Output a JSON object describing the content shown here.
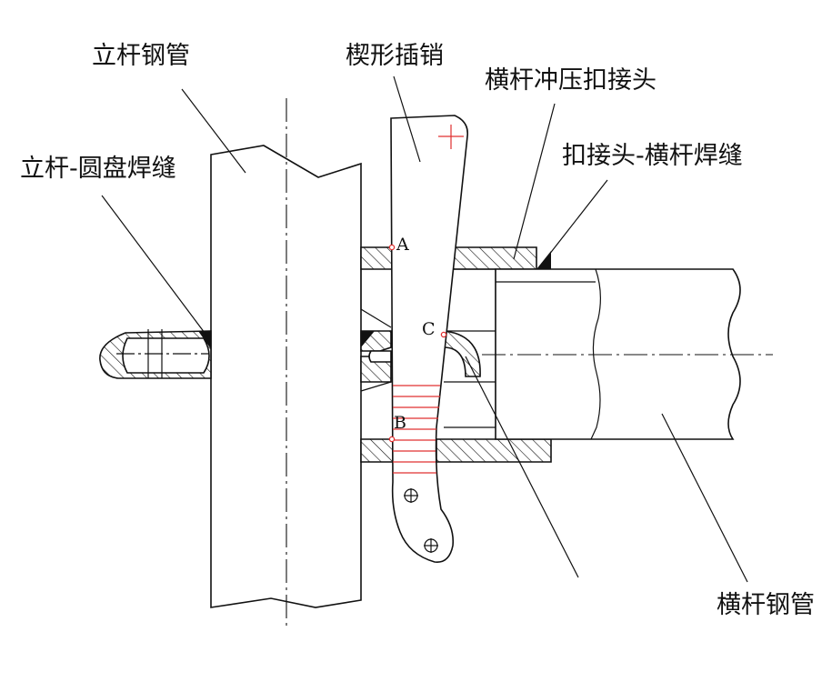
{
  "labels": {
    "upright_tube": "立杆钢管",
    "upright_disc_weld": "立杆-圆盘焊缝",
    "wedge_pin": "楔形插销",
    "ledger_stamped_head": "横杆冲压扣接头",
    "head_ledger_weld": "扣接头-横杆焊缝",
    "ledger_tube": "横杆钢管"
  },
  "points": {
    "a": "A",
    "b": "B",
    "c": "C"
  },
  "colors": {
    "line": "#111111",
    "accent": "#e03030",
    "background": "#ffffff"
  }
}
